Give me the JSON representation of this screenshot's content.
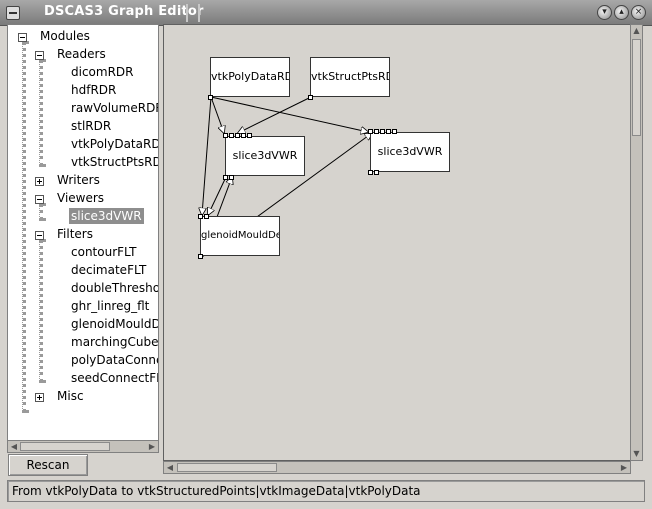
{
  "window": {
    "title": "DSCAS3 Graph Editor",
    "minimize_icon": "minimize-icon",
    "maximize_icon": "maximize-icon",
    "close_icon": "close-icon"
  },
  "tree": {
    "items": [
      {
        "label": "Modules",
        "level": 0,
        "expander": "minus"
      },
      {
        "label": "Readers",
        "level": 1,
        "expander": "minus"
      },
      {
        "label": "dicomRDR",
        "level": 2
      },
      {
        "label": "hdfRDR",
        "level": 2
      },
      {
        "label": "rawVolumeRDR",
        "level": 2
      },
      {
        "label": "stlRDR",
        "level": 2
      },
      {
        "label": "vtkPolyDataRDR",
        "level": 2
      },
      {
        "label": "vtkStructPtsRDR",
        "level": 2
      },
      {
        "label": "Writers",
        "level": 1,
        "expander": "plus"
      },
      {
        "label": "Viewers",
        "level": 1,
        "expander": "minus"
      },
      {
        "label": "slice3dVWR",
        "level": 2,
        "selected": true
      },
      {
        "label": "Filters",
        "level": 1,
        "expander": "minus"
      },
      {
        "label": "contourFLT",
        "level": 2
      },
      {
        "label": "decimateFLT",
        "level": 2
      },
      {
        "label": "doubleThresholdFLT",
        "level": 2
      },
      {
        "label": "ghr_linreg_flt",
        "level": 2
      },
      {
        "label": "glenoidMouldDesignFLT",
        "level": 2
      },
      {
        "label": "marchingCubesFLT",
        "level": 2
      },
      {
        "label": "polyDataConnectFLT",
        "level": 2
      },
      {
        "label": "seedConnectFLT",
        "level": 2
      },
      {
        "label": "Misc",
        "level": 1,
        "expander": "plus"
      }
    ],
    "rescan_label": "Rescan"
  },
  "graph": {
    "modules": [
      {
        "id": "m1",
        "label": "vtkPolyDataRDR"
      },
      {
        "id": "m2",
        "label": "vtkStructPtsRDR"
      },
      {
        "id": "m3",
        "label": "slice3dVWR"
      },
      {
        "id": "m4",
        "label": "slice3dVWR"
      },
      {
        "id": "m5",
        "label": "glenoidMouldDes"
      }
    ]
  },
  "status": {
    "text": "From vtkPolyData to vtkStructuredPoints|vtkImageData|vtkPolyData"
  }
}
